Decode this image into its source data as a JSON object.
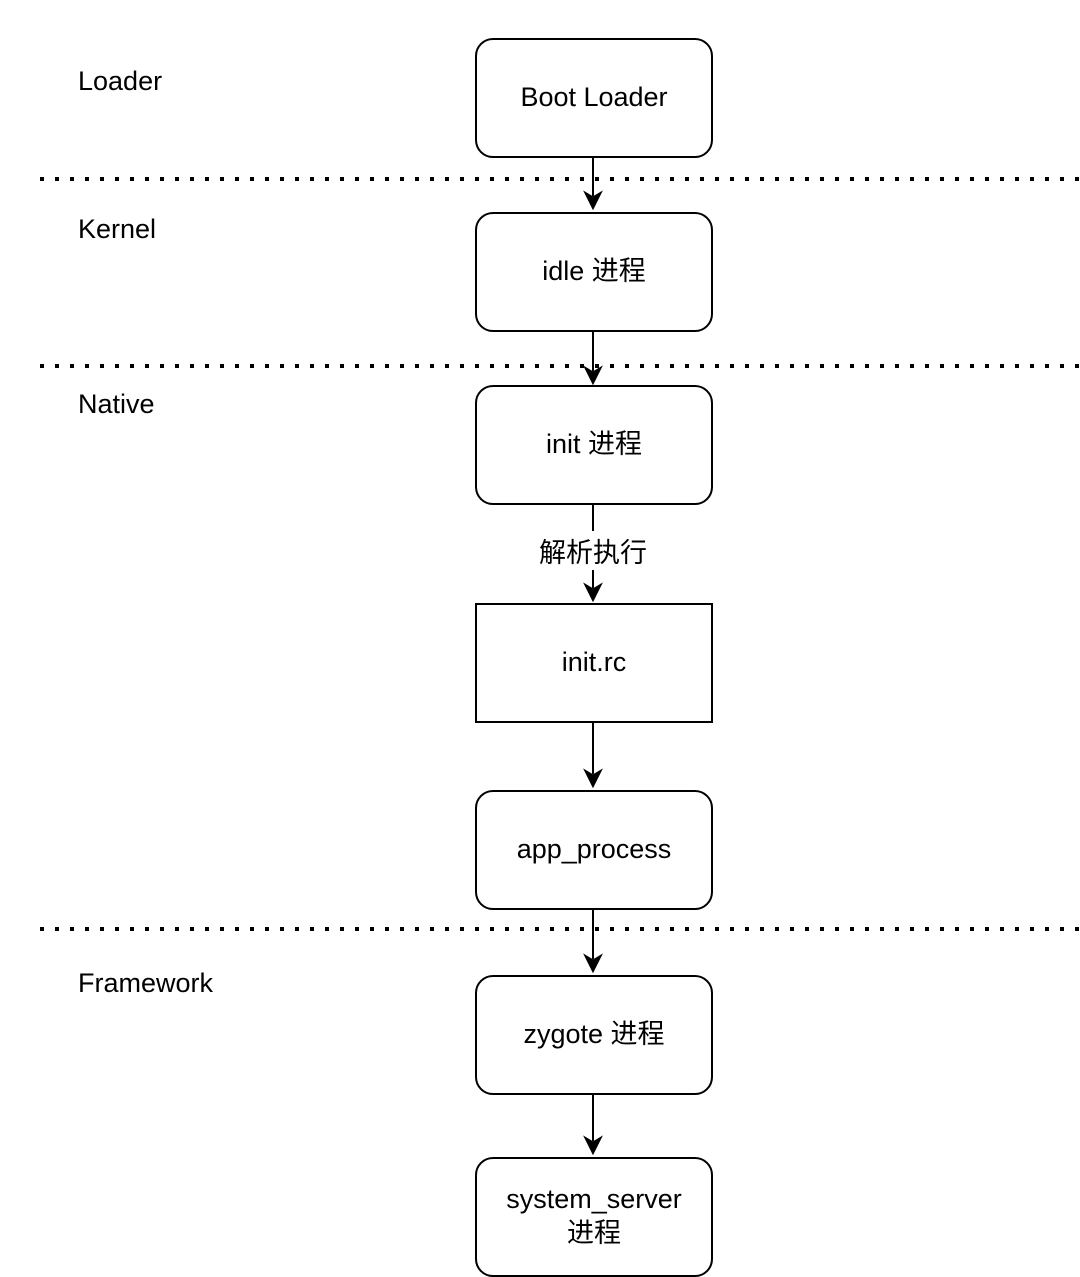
{
  "diagram": {
    "title_hint": "boot flow diagram",
    "colors": {
      "stroke": "#000000",
      "fill": "#ffffff",
      "background": "#ffffff"
    },
    "layers": [
      {
        "label": "Loader"
      },
      {
        "label": "Kernel"
      },
      {
        "label": "Native"
      },
      {
        "label": "Framework"
      }
    ],
    "nodes": [
      {
        "id": "boot-loader",
        "label": "Boot Loader",
        "shape": "rounded"
      },
      {
        "id": "idle",
        "label": "idle 进程",
        "shape": "rounded"
      },
      {
        "id": "init",
        "label": "init 进程",
        "shape": "rounded"
      },
      {
        "id": "init-rc",
        "label": "init.rc",
        "shape": "rectangle"
      },
      {
        "id": "app-process",
        "label": "app_process",
        "shape": "rounded"
      },
      {
        "id": "zygote",
        "label": "zygote 进程",
        "shape": "rounded"
      },
      {
        "id": "system-server",
        "label": "system_server 进程",
        "shape": "rounded"
      }
    ],
    "edges": [
      {
        "from": "boot-loader",
        "to": "idle"
      },
      {
        "from": "idle",
        "to": "init"
      },
      {
        "from": "init",
        "to": "init-rc",
        "label": "解析执行"
      },
      {
        "from": "init-rc",
        "to": "app-process"
      },
      {
        "from": "app-process",
        "to": "zygote"
      },
      {
        "from": "zygote",
        "to": "system-server"
      }
    ],
    "edge_labels": [
      {
        "text": "解析执行"
      }
    ]
  }
}
